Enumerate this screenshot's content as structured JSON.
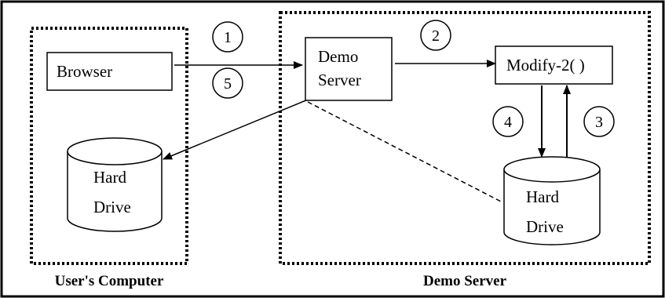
{
  "diagram": {
    "regions": {
      "users_computer": {
        "caption": "User's Computer"
      },
      "demo_server": {
        "caption": "Demo Server"
      }
    },
    "nodes": {
      "browser": {
        "label": "Browser"
      },
      "demo_server_box": {
        "line1": "Demo",
        "line2": "Server"
      },
      "modify": {
        "label": "Modify-2( )"
      },
      "user_drive": {
        "line1": "Hard",
        "line2": "Drive"
      },
      "server_drive": {
        "line1": "Hard",
        "line2": "Drive"
      }
    },
    "steps": {
      "s1": "1",
      "s2": "2",
      "s3": "3",
      "s4": "4",
      "s5": "5"
    },
    "connections": [
      {
        "from": "browser",
        "to": "demo_server_box",
        "steps": [
          "1",
          "5"
        ],
        "style": "solid-arrow"
      },
      {
        "from": "demo_server_box",
        "to": "modify",
        "steps": [
          "2"
        ],
        "style": "solid-arrow"
      },
      {
        "from": "modify",
        "to": "server_drive",
        "steps": [
          "4"
        ],
        "style": "solid-arrow"
      },
      {
        "from": "server_drive",
        "to": "modify",
        "steps": [
          "3"
        ],
        "style": "solid-arrow"
      },
      {
        "from": "demo_server_box",
        "to": "user_drive",
        "steps": [],
        "style": "solid-arrow"
      },
      {
        "from": "demo_server_box",
        "to": "server_drive",
        "steps": [],
        "style": "dashed-line"
      }
    ]
  }
}
